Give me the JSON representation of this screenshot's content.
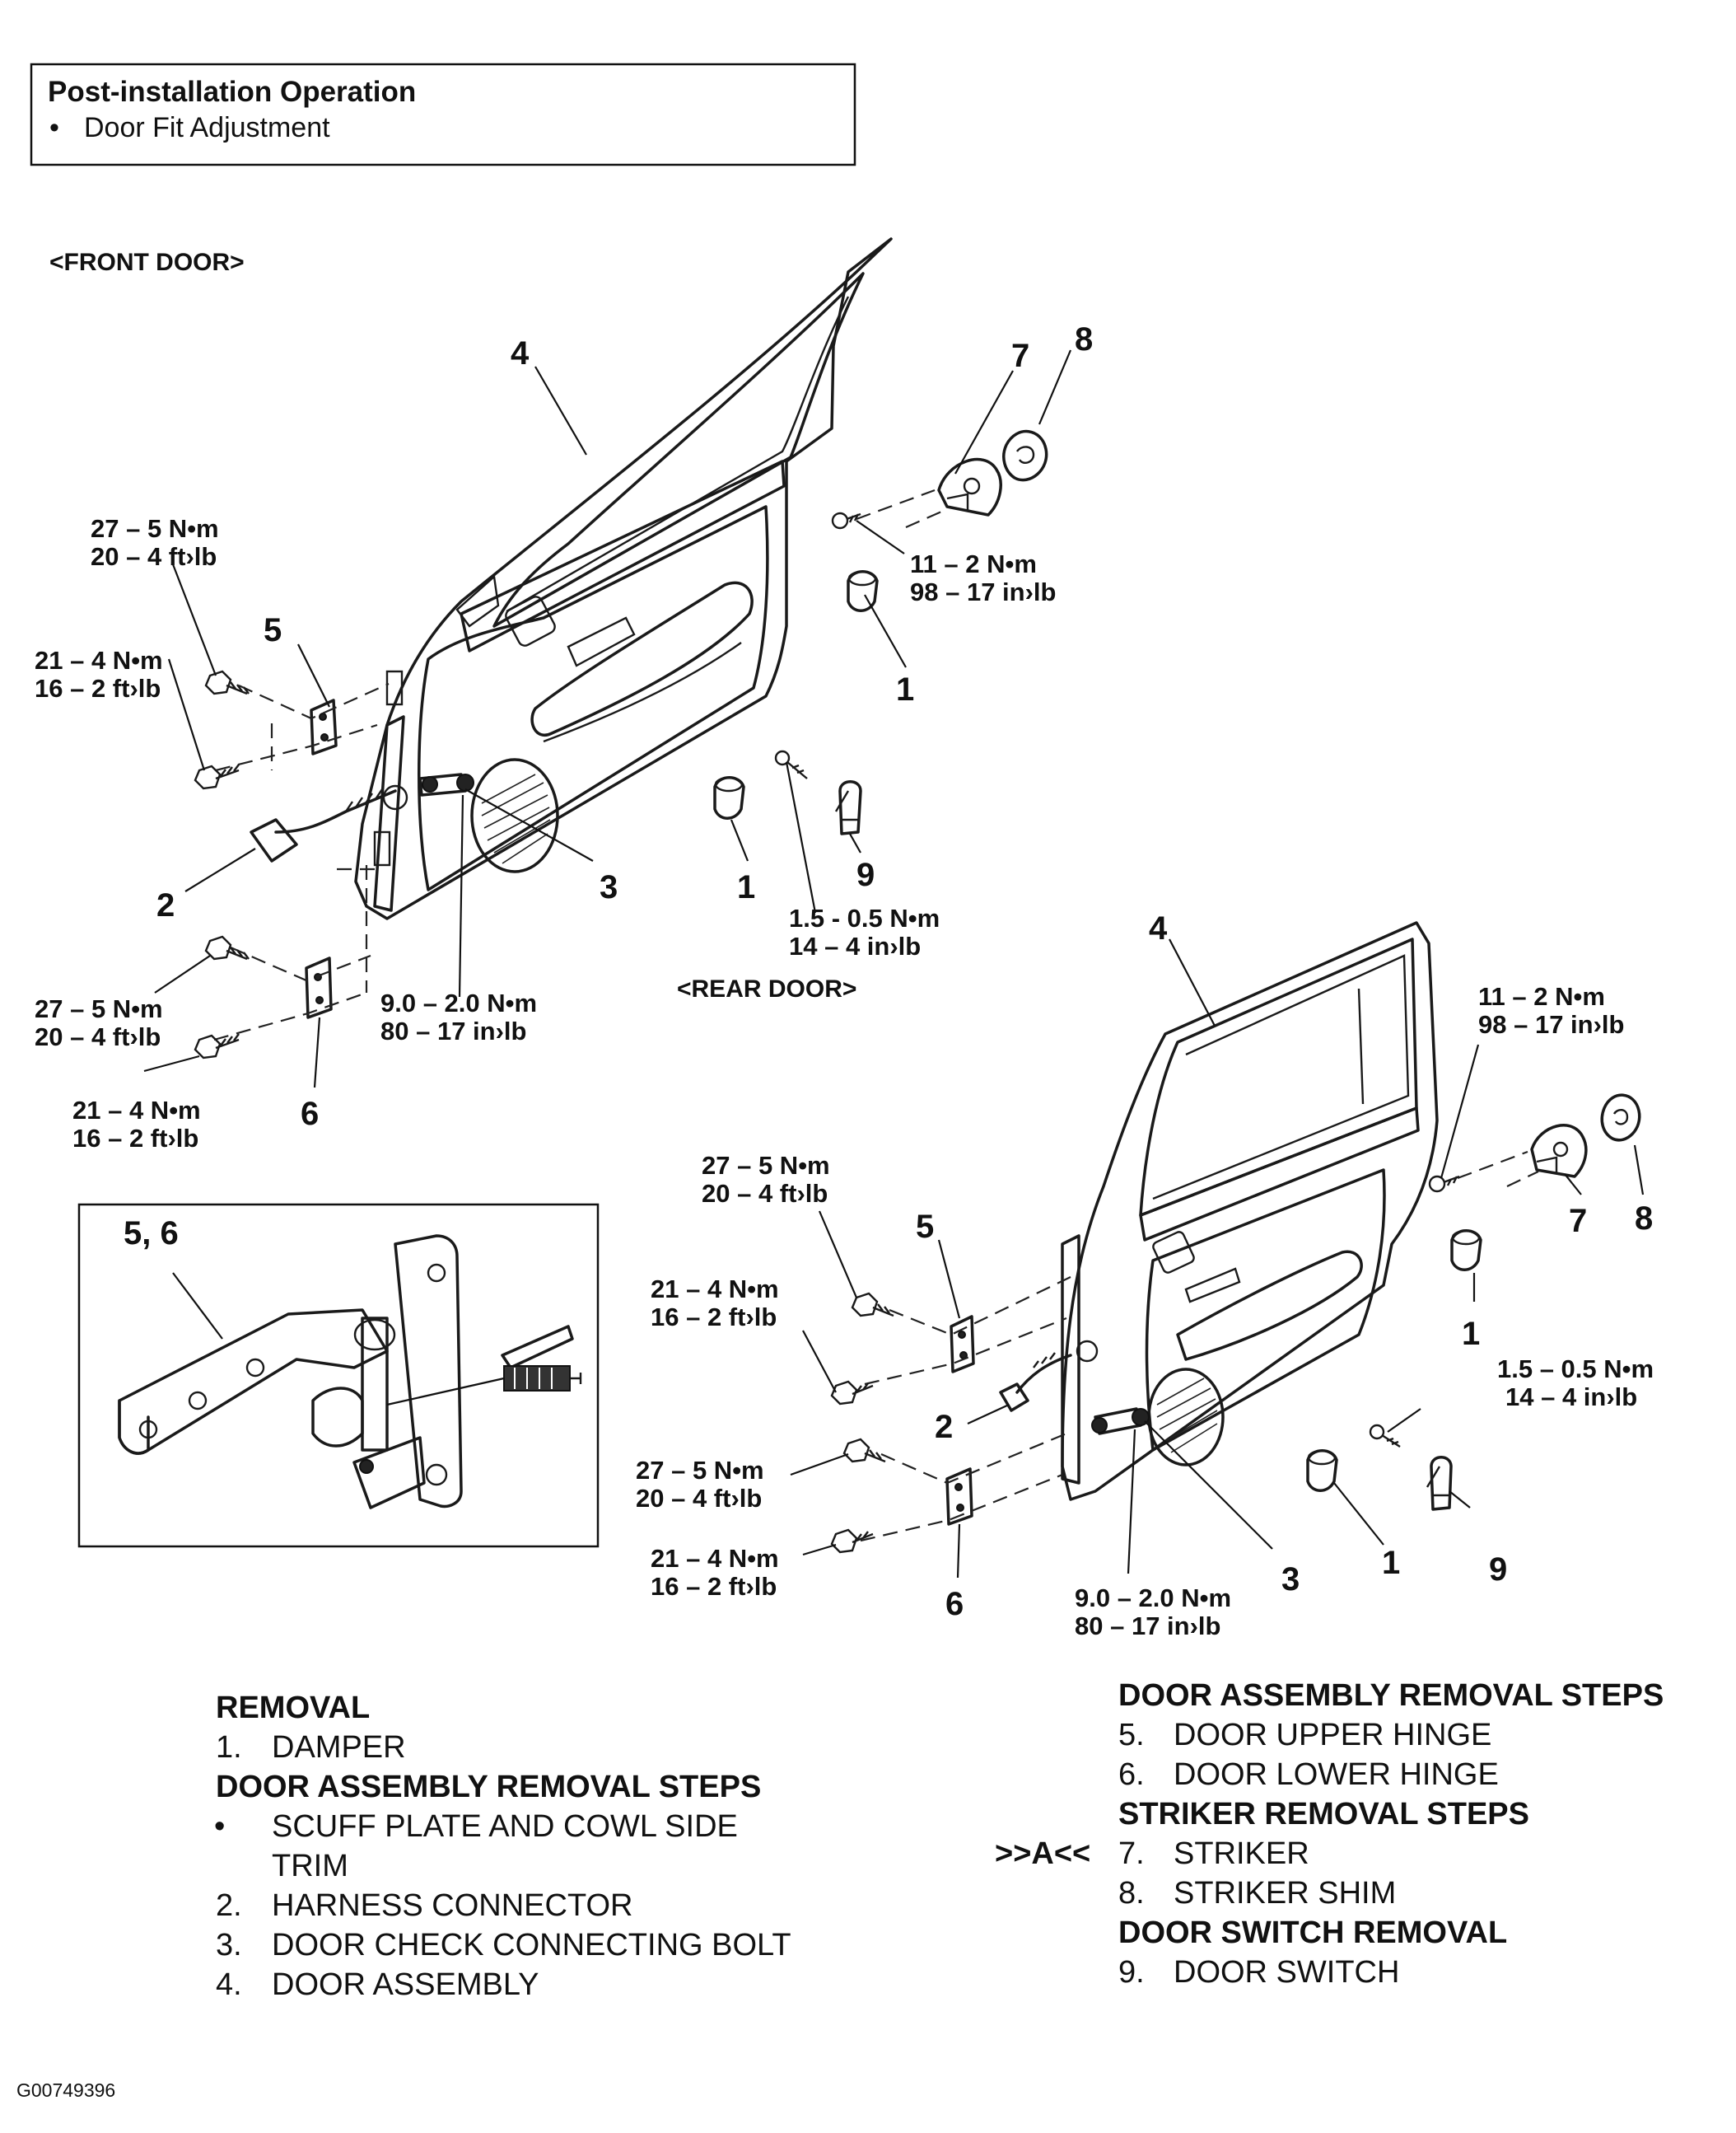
{
  "post_op": {
    "title": "Post-installation Operation",
    "bullet": "•",
    "item": "Door Fit Adjustment"
  },
  "views": {
    "front": "<FRONT DOOR>",
    "rear": "<REAR DOOR>"
  },
  "inset": {
    "label": "5, 6"
  },
  "callouts": {
    "n1": "1",
    "n2": "2",
    "n3": "3",
    "n4": "4",
    "n5": "5",
    "n6": "6",
    "n7": "7",
    "n8": "8",
    "n9": "9"
  },
  "torque": {
    "t27_5_nm": "27 – 5 N•m",
    "t20_4_ftlb": "20 – 4 ft›lb",
    "t21_4_nm": "21 – 4 N•m",
    "t16_2_ftlb": "16 – 2 ft›lb",
    "t9_2_nm": "9.0 – 2.0 N•m",
    "t80_17_inlb": "80 – 17 in›lb",
    "t11_2_nm": "11 – 2 N•m",
    "t98_17_inlb": "98 – 17 in›lb",
    "t1_5_front_nm": "1.5 -  0.5 N•m",
    "t1_5_rear_nm": "1.5 – 0.5 N•m",
    "t14_4_inlb": "14 – 4 in›lb"
  },
  "steps": {
    "removal": "REMOVAL",
    "damper_num": "1.",
    "damper": "DAMPER",
    "door_assembly_steps": "DOOR ASSEMBLY REMOVAL STEPS",
    "bullet": "•",
    "scuff_line1": "SCUFF PLATE AND COWL SIDE",
    "scuff_line2": "TRIM",
    "harness_num": "2.",
    "harness": "HARNESS CONNECTOR",
    "check_num": "3.",
    "check": "DOOR CHECK CONNECTING BOLT",
    "assembly_num": "4.",
    "assembly": "DOOR ASSEMBLY",
    "upper_num": "5.",
    "upper": "DOOR UPPER HINGE",
    "lower_num": "6.",
    "lower": "DOOR LOWER HINGE",
    "striker_steps": "STRIKER REMOVAL STEPS",
    "striker_ref": ">>A<<",
    "striker_num": "7.",
    "striker": "STRIKER",
    "shim_num": "8.",
    "shim": "STRIKER SHIM",
    "switch_steps": "DOOR SWITCH REMOVAL",
    "switch_num": "9.",
    "switch": "DOOR SWITCH"
  },
  "figure_id": "G00749396"
}
